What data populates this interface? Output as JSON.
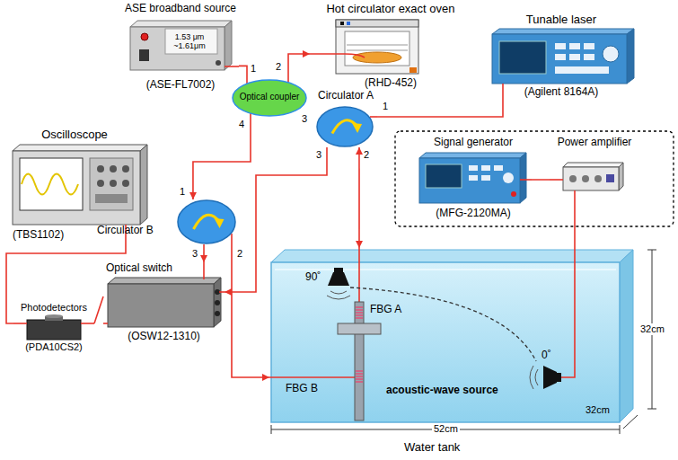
{
  "diagram": {
    "nodes": [
      {
        "text": [
          "ASE broadband source",
          "1.53 μm ~1.61μm",
          "(ASE-FL7002)"
        ]
      },
      {
        "text": [
          "Hot circulator exact oven",
          "(RHD-452)"
        ]
      },
      {
        "text": [
          "Tunable laser",
          "(Agilent 8164A)"
        ]
      },
      {
        "text": [
          "Optical coupler"
        ]
      },
      {
        "text": [
          "Circulator A"
        ]
      },
      {
        "text": [
          "Signal generator",
          "(MFG-2120MA)"
        ]
      },
      {
        "text": [
          "Power amplifier"
        ]
      },
      {
        "text": [
          "Oscilloscope",
          "(TBS1102)"
        ]
      },
      {
        "text": [
          "Circulator B"
        ]
      },
      {
        "text": [
          "Optical switch",
          "(OSW12-1310)"
        ]
      },
      {
        "text": [
          "Photodetectors",
          "(PDA10CS2)"
        ]
      },
      {
        "text": [
          "Water tank"
        ]
      }
    ],
    "edges": [
      {
        "from": 0,
        "to": 3,
        "arrow": "none"
      },
      {
        "from": 3,
        "to": 1,
        "arrow": "to"
      },
      {
        "from": 2,
        "to": 4,
        "arrow": "none"
      },
      {
        "from": 3,
        "to": 8,
        "arrow": "to"
      },
      {
        "from": 4,
        "to": 11,
        "arrow": "both"
      },
      {
        "from": 4,
        "to": 9,
        "arrow": "to"
      },
      {
        "from": 8,
        "to": 9,
        "arrow": "to"
      },
      {
        "from": 8,
        "to": 11,
        "arrow": "to"
      },
      {
        "from": 9,
        "to": 10,
        "arrow": "none"
      },
      {
        "from": 10,
        "to": 7,
        "arrow": "none"
      },
      {
        "from": 5,
        "to": 6,
        "arrow": "none"
      },
      {
        "from": 6,
        "to": 11,
        "arrow": "none"
      }
    ],
    "labels": [
      "1",
      "2",
      "3",
      "4",
      "1",
      "2",
      "3",
      "1",
      "2",
      "3",
      "90˚",
      "0˚",
      "FBG A",
      "FBG B",
      "acoustic-wave source",
      "32cm",
      "32cm",
      "52cm"
    ]
  }
}
